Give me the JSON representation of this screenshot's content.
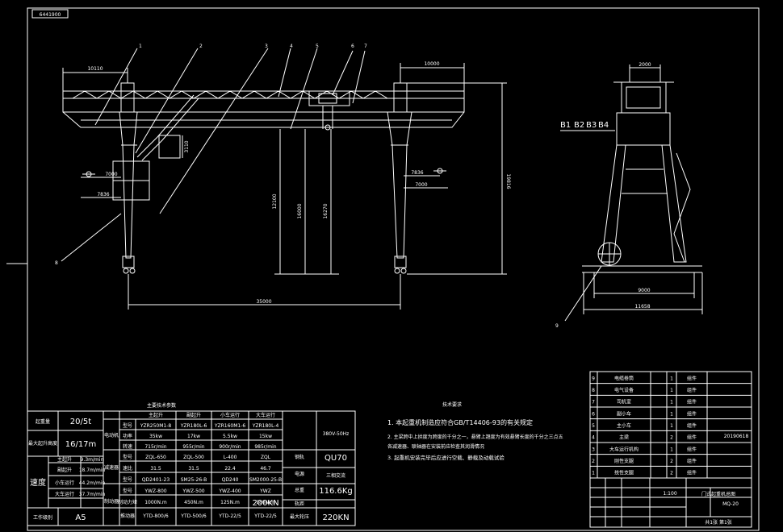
{
  "sheet": {
    "code_box": "6441900",
    "colors": {
      "background": "#000000",
      "line": "#ffffff",
      "accent": "#ff0000"
    }
  },
  "front_view": {
    "part_numbers": [
      "1",
      "2",
      "3",
      "4",
      "5",
      "6",
      "7",
      "8"
    ],
    "dims": {
      "left_overhang": "10110",
      "right_overhang": "10000",
      "span": "35000",
      "total_height": "19816",
      "hook_height_1": "12100",
      "hook_height_2": "16000",
      "hook_height_3": "16270",
      "cab_height": "3110",
      "left_offset_a": "7000",
      "left_offset_b": "7836",
      "right_offset_a": "7836",
      "right_offset_b": "7000"
    }
  },
  "side_view": {
    "top_width": "2000",
    "base_inner": "9000",
    "base_outer": "11658",
    "bracket_labels": [
      "B1",
      "B2",
      "B3",
      "B4"
    ],
    "part_number": "9"
  },
  "spec_table": {
    "title": "主要技术参数",
    "rated_load_label": "起重量",
    "rated_load": "20/5t",
    "lift_height_label": "最大起升高度",
    "lift_height": "16/17m",
    "speed_label": "速度",
    "speeds": [
      {
        "label": "主起升",
        "value": "9.3m/min"
      },
      {
        "label": "副起升",
        "value": "18.7m/min"
      },
      {
        "label": "小车运行",
        "value": "44.2m/min"
      },
      {
        "label": "大车运行",
        "value": "37.7m/min"
      }
    ],
    "work_class_label": "工作级别",
    "work_class": "A5",
    "col_heads": [
      "主起升",
      "副起升",
      "小车运行",
      "大车运行"
    ],
    "motor_label": "电动机",
    "rows": [
      {
        "label": "型号",
        "cells": [
          "YZR250M1-8",
          "YZR180L-6",
          "YZR160M1-6",
          "YZR180L-4"
        ]
      },
      {
        "label": "功率",
        "cells": [
          "35kw",
          "17kw",
          "5.5kw",
          "15kw"
        ]
      },
      {
        "label": "转速",
        "cells": [
          "715r/min",
          "955r/min",
          "900r/min",
          "985r/min"
        ]
      }
    ],
    "reducer_label": "减速器",
    "reducer_rows": [
      {
        "label": "型号",
        "cells": [
          "ZQL-650",
          "ZQL-500",
          "L-400",
          "ZQL"
        ]
      },
      {
        "label": "速比",
        "cells": [
          "31.5",
          "31.5",
          "22.4",
          "46.7"
        ]
      },
      {
        "label": "型号",
        "cells": [
          "QD2401-23",
          "SM25-26-B",
          "QD240",
          "SM2000-25-B"
        ]
      }
    ],
    "brake_label": "制动器",
    "brake_rows": [
      {
        "label": "型号",
        "cells": [
          "YWZ-800",
          "YWZ-500",
          "YWZ-400",
          "YWZ"
        ]
      },
      {
        "label": "制动力矩",
        "cells": [
          "1000N.m",
          "450N.m",
          "125N.m",
          "180N.m"
        ]
      },
      {
        "label": "推动器",
        "cells": [
          "YTD-800/6",
          "YTD-500/6",
          "YTD-22/5",
          "YTD-22/5"
        ]
      }
    ],
    "right_col": [
      {
        "label": "钢轨",
        "value": "QU70"
      },
      {
        "label": "电源",
        "value": "三相交流"
      },
      {
        "label": "总重",
        "value": "116.6Kg"
      },
      {
        "label": "最大轮压",
        "value": "220KN"
      },
      {
        "label": "轨距",
        "value": "200KN"
      }
    ],
    "power_note": "380V-50Hz"
  },
  "notes": {
    "title": "技术要求",
    "items": [
      "1. 本起重机制造应符合GB/T14406-93的有关规定",
      "2. 主梁跨中上拱度为跨度的千分之一，悬臂上翘度为有效悬臂长度的千分之三点五",
      "   各减速器、联轴器在安装前应检查其润滑情况",
      "3. 起重机安装完毕后应进行空载、静载及动载试验"
    ]
  },
  "parts_list": {
    "rows": [
      {
        "no": "9",
        "name": "电缆卷筒",
        "qty": "1",
        "material": "组件"
      },
      {
        "no": "8",
        "name": "电气设备",
        "qty": "1",
        "material": "组件"
      },
      {
        "no": "7",
        "name": "司机室",
        "qty": "1",
        "material": "组件"
      },
      {
        "no": "6",
        "name": "副小车",
        "qty": "1",
        "material": "组件"
      },
      {
        "no": "5",
        "name": "主小车",
        "qty": "1",
        "material": "组件"
      },
      {
        "no": "4",
        "name": "主梁",
        "qty": "2",
        "material": "组件"
      },
      {
        "no": "3",
        "name": "大车运行机构",
        "qty": "1",
        "material": "组件"
      },
      {
        "no": "2",
        "name": "刚性支腿",
        "qty": "2",
        "material": "组件"
      },
      {
        "no": "1",
        "name": "挠性支腿",
        "qty": "2",
        "material": "组件"
      }
    ],
    "extra_code": "20190618"
  },
  "title_block": {
    "name": "门式起重机总图",
    "scale": "1:100",
    "drawing_no": "MQ-20",
    "sheet_label": "共1张 第1张"
  }
}
